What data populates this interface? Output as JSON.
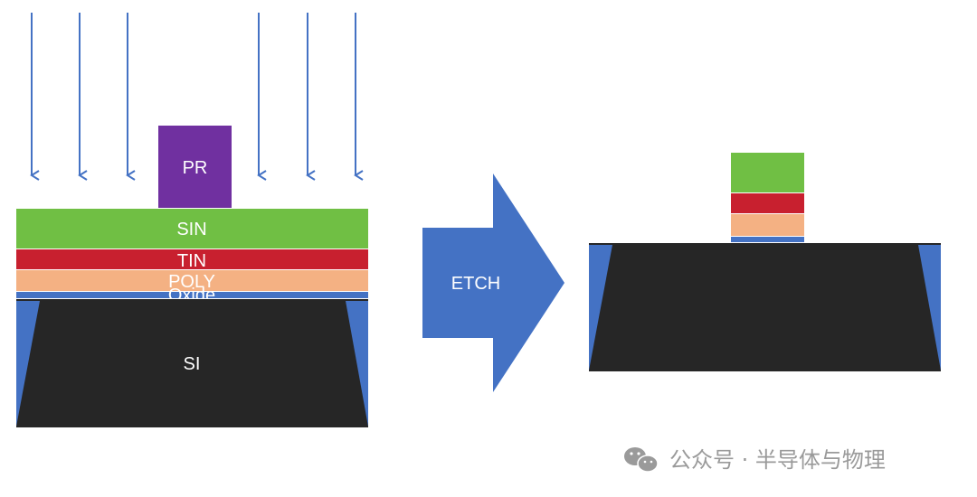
{
  "left_stack": {
    "pr_label": "PR",
    "sin_label": "SIN",
    "tin_label": "TIN",
    "poly_label": "POLY",
    "oxide_label": "Oxide",
    "si_label": "SI"
  },
  "etch_arrow": {
    "label": "ETCH"
  },
  "watermark": {
    "text": "公众号 · 半导体与物理"
  },
  "colors": {
    "arrow_blue": "#4472c4",
    "pr": "#7030a0",
    "sin": "#70bf44",
    "tin": "#c8202f",
    "poly": "#f4b183",
    "oxide": "#4472c4",
    "si": "#262626",
    "watermark": "#9a9a9a"
  }
}
